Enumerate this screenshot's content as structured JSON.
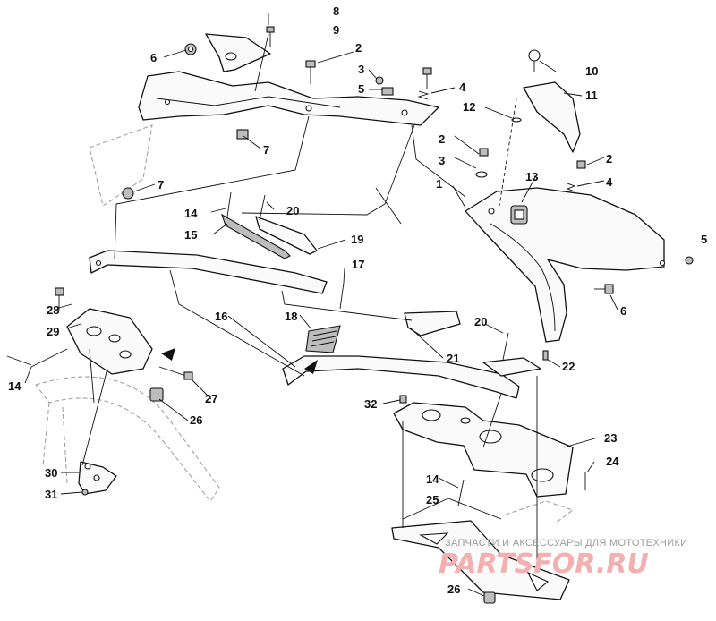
{
  "watermark": {
    "tagline": "ЗАПЧАСТИ И АКСЕССУАРЫ ДЛЯ МОТОТЕХНИКИ",
    "logo": "PARTSFOR.RU"
  },
  "callouts": {
    "c1": "1",
    "c2a": "2",
    "c2b": "2",
    "c2c": "2",
    "c3a": "3",
    "c3b": "3",
    "c4a": "4",
    "c4b": "4",
    "c5a": "5",
    "c5b": "5",
    "c6a": "6",
    "c6b": "6",
    "c7a": "7",
    "c7b": "7",
    "c8": "8",
    "c9": "9",
    "c10": "10",
    "c11": "11",
    "c12": "12",
    "c13": "13",
    "c14a": "14",
    "c14b": "14",
    "c14c": "14",
    "c15": "15",
    "c16": "16",
    "c17": "17",
    "c18": "18",
    "c19": "19",
    "c20a": "20",
    "c20b": "20",
    "c21": "21",
    "c22": "22",
    "c23": "23",
    "c24": "24",
    "c25": "25",
    "c26a": "26",
    "c26b": "26",
    "c27": "27",
    "c28": "28",
    "c29": "29",
    "c30": "30",
    "c31": "31",
    "c32": "32"
  }
}
